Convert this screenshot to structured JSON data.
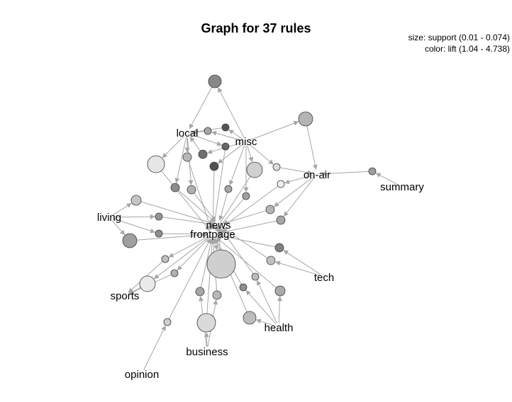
{
  "title": "Graph for 37 rules",
  "legend": {
    "size_text": "size: support (0.01 - 0.074)",
    "color_text": "color: lift (1.04 - 4.738)"
  },
  "items": [
    "local",
    "misc",
    "on-air",
    "summary",
    "living",
    "news",
    "frontpage",
    "tech",
    "sports",
    "health",
    "business",
    "opinion"
  ]
}
